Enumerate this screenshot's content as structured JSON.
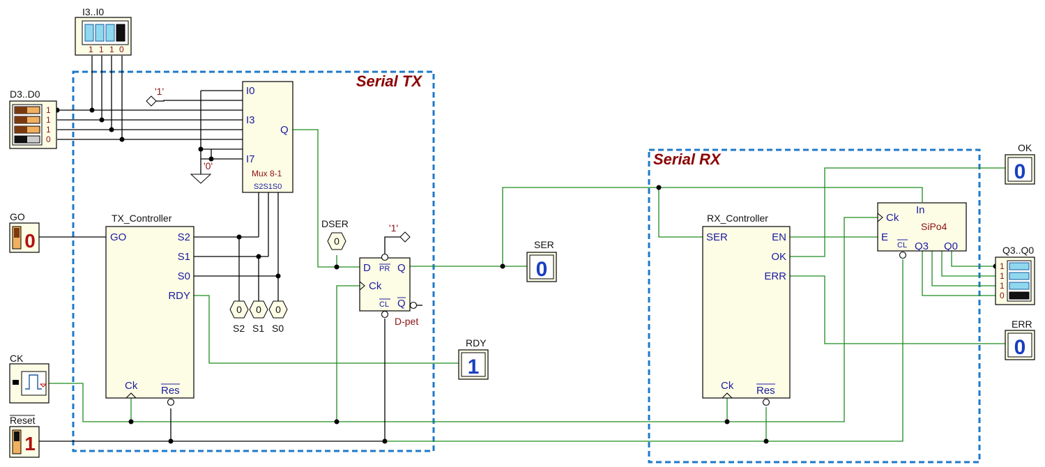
{
  "regions": {
    "tx_title": "Serial TX",
    "rx_title": "Serial RX"
  },
  "switches": {
    "i3i0": {
      "title": "I3..I0",
      "bits": [
        "1",
        "1",
        "1",
        "0"
      ]
    },
    "d3d0": {
      "title": "D3..D0",
      "bits": [
        "1",
        "1",
        "1",
        "0"
      ]
    },
    "go": {
      "title": "GO",
      "value": "0"
    },
    "ck": {
      "title": "CK"
    },
    "reset": {
      "title": "Reset",
      "value": "1"
    }
  },
  "constants": {
    "one_a": "'1'",
    "zero": "'0'",
    "one_b": "'1'"
  },
  "mux": {
    "name": "Mux 8-1",
    "in0": "I0",
    "in3": "I3",
    "in7": "I7",
    "out": "Q",
    "sel": "S2S1S0"
  },
  "tx_controller": {
    "name": "TX_Controller",
    "go": "GO",
    "s2": "S2",
    "s1": "S1",
    "s0": "S0",
    "rdy": "RDY",
    "ck": "Ck",
    "res": "Res"
  },
  "probes": {
    "dser": {
      "name": "DSER",
      "value": "0"
    },
    "s2": {
      "name": "S2",
      "value": "0"
    },
    "s1": {
      "name": "S1",
      "value": "0"
    },
    "s0": {
      "name": "S0",
      "value": "0"
    }
  },
  "dff": {
    "name": "D-pet",
    "d": "D",
    "pr": "PR",
    "q": "Q",
    "ck": "Ck",
    "cl": "CL",
    "qn": "Q"
  },
  "displays": {
    "ser": {
      "name": "SER",
      "value": "0"
    },
    "rdy": {
      "name": "RDY",
      "value": "1"
    },
    "ok": {
      "name": "OK",
      "value": "0"
    },
    "err": {
      "name": "ERR",
      "value": "0"
    },
    "q3q0": {
      "name": "Q3..Q0",
      "bits": [
        "1",
        "1",
        "1",
        "0"
      ]
    }
  },
  "rx_controller": {
    "name": "RX_Controller",
    "ser": "SER",
    "en": "EN",
    "ok": "OK",
    "err": "ERR",
    "ck": "Ck",
    "res": "Res"
  },
  "sipo": {
    "name": "SiPo4",
    "ck": "Ck",
    "in": "In",
    "e": "E",
    "cl": "CL",
    "q3": "Q3",
    "q0": "Q0"
  },
  "colors": {
    "wire": "#1e8c1e",
    "region": "#1e78c8",
    "title": "#8b0000",
    "pin": "#1a1aa0",
    "block_fill": "#fdfde6",
    "display_digit": "#1a3fbf",
    "switch_digit": "#b01010"
  }
}
